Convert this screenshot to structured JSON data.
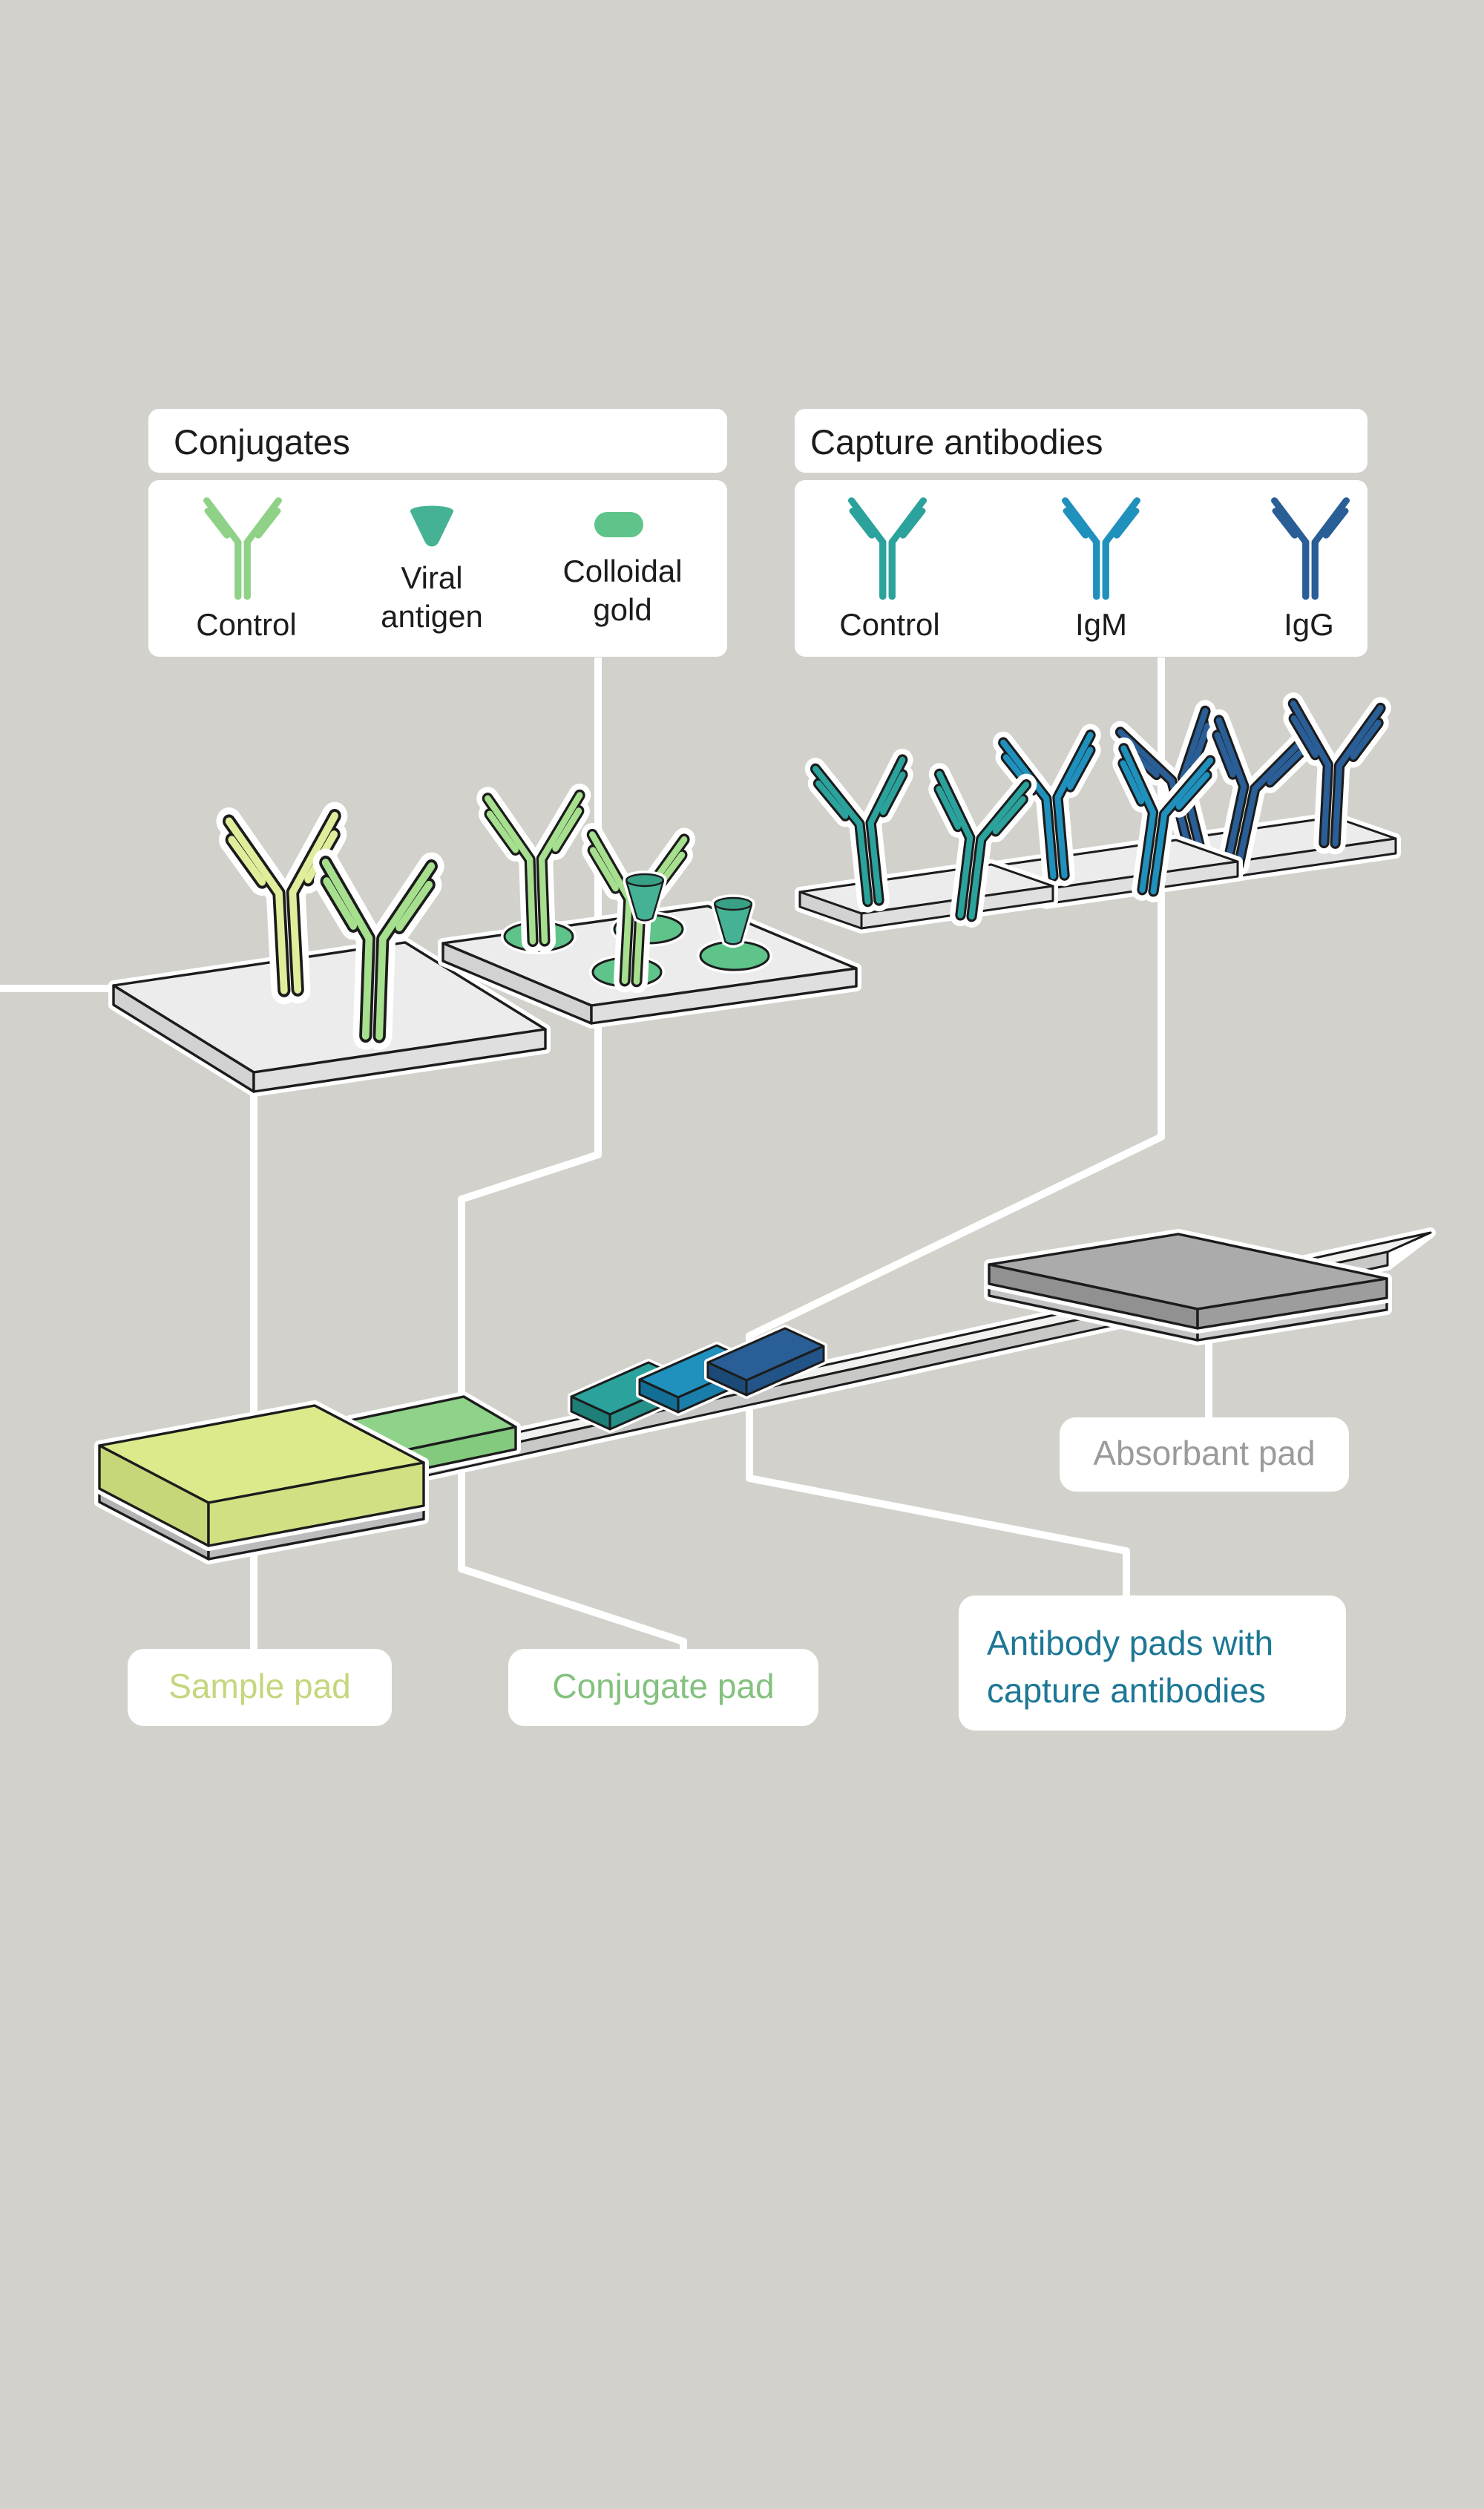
{
  "legend_conjugates": {
    "title": "Conjugates",
    "items": [
      {
        "icon": "antibody-icon",
        "label_lines": [
          "Control"
        ]
      },
      {
        "icon": "viral-antigen-icon",
        "label_lines": [
          "Viral",
          "antigen"
        ]
      },
      {
        "icon": "colloidal-gold-icon",
        "label_lines": [
          "Colloidal",
          "gold"
        ]
      }
    ]
  },
  "legend_capture": {
    "title": "Capture antibodies",
    "items": [
      {
        "icon": "antibody-icon",
        "label_lines": [
          "Control"
        ]
      },
      {
        "icon": "antibody-icon",
        "label_lines": [
          "IgM"
        ]
      },
      {
        "icon": "antibody-icon",
        "label_lines": [
          "IgG"
        ]
      }
    ]
  },
  "callouts": {
    "sample_pad": "Sample pad",
    "conjugate_pad": "Conjugate pad",
    "antibody_pads_lines": [
      "Antibody pads with",
      "capture antibodies"
    ],
    "absorbant_pad": "Absorbant pad"
  },
  "icons": {
    "antibody": "y-antibody-shape",
    "viral_antigen": "cone-shape",
    "colloidal_gold": "pill-shape",
    "gold_blob": "blob-shape"
  },
  "colors": {
    "background": "#d3d1cb",
    "ink": "#1c1c1c",
    "panel_white": "#ffffff",
    "conjugate_control_green": "#8fd287",
    "viral_antigen_teal": "#45b295",
    "colloidal_gold_green": "#5ec489",
    "capture_control_teal": "#2ba29b",
    "igm_blue": "#2090bc",
    "igg_dark_blue": "#2a5e96",
    "conjugate_yellow": "#e0ee9c",
    "conjugate_green": "#a6df8e",
    "sample_pad_yellow": "#dcea8c",
    "conjugate_pad_green": "#8fd28a",
    "absorbant_pad_gray": "#ababab",
    "strip_white": "#f1f1f0",
    "tray_gray": "#ececec",
    "sample_label_color": "#c3d77d",
    "conjugate_label_color": "#84c17e",
    "antibody_label_color": "#1d7795",
    "absorbant_label_color": "#9b9b9b"
  }
}
